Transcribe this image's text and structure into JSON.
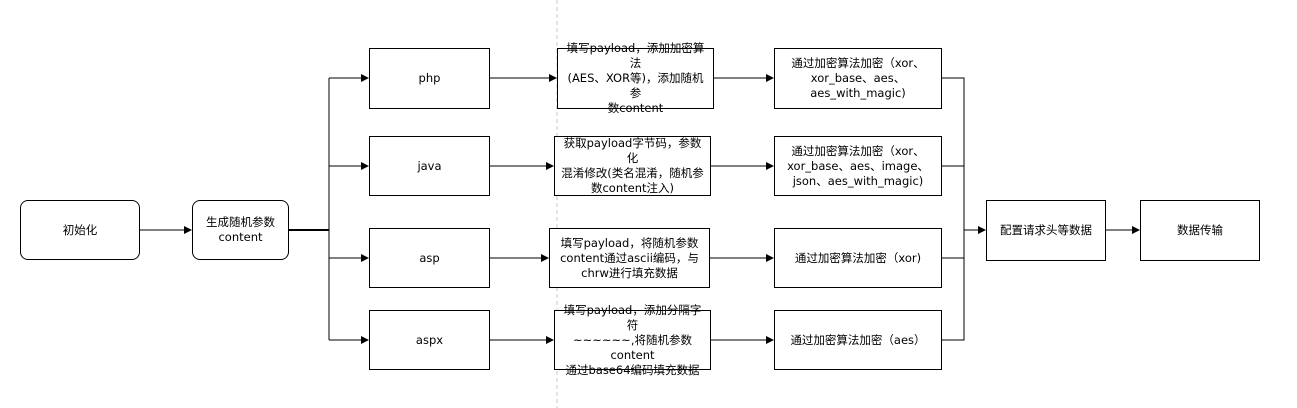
{
  "nodes": {
    "init": "初始化",
    "gen": "生成随机参数\ncontent",
    "php": "php",
    "java": "java",
    "asp": "asp",
    "aspx": "aspx",
    "php_proc": "填写payload，添加加密算法\n(AES、XOR等)，添加随机参\n数content",
    "java_proc": "获取payload字节码，参数化\n混淆修改(类名混淆，随机参\n数content注入)",
    "asp_proc": "填写payload，将随机参数\ncontent通过ascii编码，与\nchrw进行填充数据",
    "aspx_proc": "填写payload，添加分隔字符\n~~~~~~,将随机参数content\n通过base64编码填充数据",
    "php_enc": "通过加密算法加密（xor、\nxor_base、aes、\naes_with_magic)",
    "java_enc": "通过加密算法加密（xor、\nxor_base、aes、image、\njson、aes_with_magic)",
    "asp_enc": "通过加密算法加密（xor)",
    "aspx_enc": "通过加密算法加密（aes）",
    "config": "配置请求头等数据",
    "transfer": "数据传输"
  }
}
